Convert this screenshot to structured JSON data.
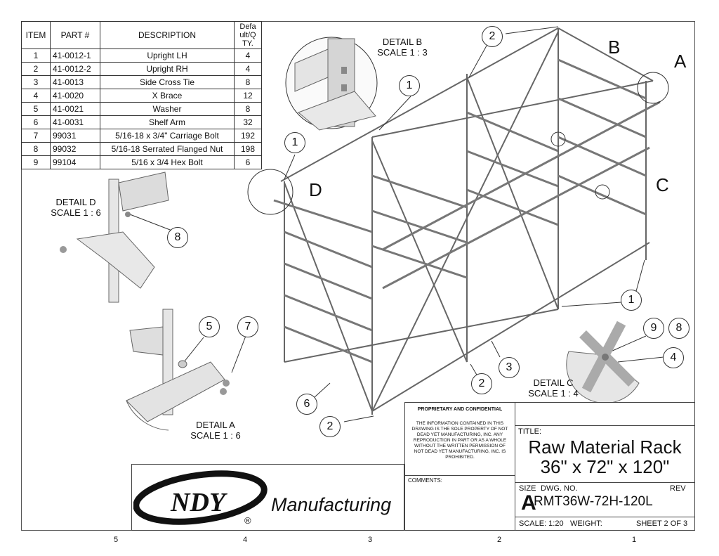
{
  "bom": {
    "headers": [
      "ITEM",
      "PART #",
      "DESCRIPTION",
      "Defa ult/Q TY."
    ],
    "rows": [
      [
        "1",
        "41-0012-1",
        "Upright LH",
        "4"
      ],
      [
        "2",
        "41-0012-2",
        "Upright RH",
        "4"
      ],
      [
        "3",
        "41-0013",
        "Side Cross Tie",
        "8"
      ],
      [
        "4",
        "41-0020",
        "X Brace",
        "12"
      ],
      [
        "5",
        "41-0021",
        "Washer",
        "8"
      ],
      [
        "6",
        "41-0031",
        "Shelf Arm",
        "32"
      ],
      [
        "7",
        "99031",
        "5/16-18 x 3/4\" Carriage Bolt",
        "192"
      ],
      [
        "8",
        "99032",
        "5/16-18 Serrated Flanged Nut",
        "198"
      ],
      [
        "9",
        "99104",
        "5/16 x 3/4 Hex Bolt",
        "6"
      ]
    ]
  },
  "details": {
    "b_name": "DETAIL B",
    "b_scale": "SCALE 1 : 3",
    "d_name": "DETAIL D",
    "d_scale": "SCALE 1 : 6",
    "a_name": "DETAIL A",
    "a_scale": "SCALE 1 : 6",
    "c_name": "DETAIL C",
    "c_scale": "SCALE 1 : 4"
  },
  "letters": {
    "a": "A",
    "b": "B",
    "c": "C",
    "d": "D"
  },
  "balloons": {
    "n1": "1",
    "n2": "2",
    "n3": "3",
    "n4": "4",
    "n5": "5",
    "n6": "6",
    "n7": "7",
    "n8": "8",
    "n9": "9"
  },
  "title_block": {
    "proprietary_heading": "PROPRIETARY AND CONFIDENTIAL",
    "proprietary_text": "THE INFORMATION CONTAINED IN THIS DRAWING IS THE SOLE PROPERTY OF NOT DEAD YET MANUFACTURING, INC. ANY REPRODUCTION IN PART OR AS A WHOLE WITHOUT THE WRITTEN PERMISSION OF NOT DEAD YET MANUFACTURING, INC. IS PROHIBITED.",
    "comments": "COMMENTS:",
    "title_label": "TITLE:",
    "title_line1": "Raw Material Rack",
    "title_line2": "36\" x 72\" x 120\"",
    "size_label": "SIZE",
    "size_value": "A",
    "dwg_label": "DWG.  NO.",
    "dwg_value": "RMT36W-72H-120L",
    "rev_label": "REV",
    "scale": "SCALE: 1:20",
    "weight": "WEIGHT:",
    "sheet": "SHEET 2 OF 3"
  },
  "logo": {
    "mark": "NDY",
    "word": "Manufacturing",
    "reg": "®"
  },
  "zones": [
    "5",
    "4",
    "3",
    "2",
    "1"
  ]
}
